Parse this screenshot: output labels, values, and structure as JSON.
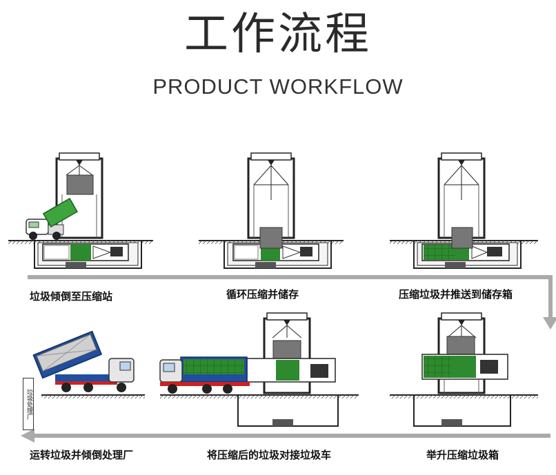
{
  "header": {
    "title": "工作流程",
    "subtitle": "PRODUCT WORKFLOW"
  },
  "steps": [
    {
      "label": "垃圾倾倒至压缩站"
    },
    {
      "label": "循环压缩并储存"
    },
    {
      "label": "压缩垃圾并推送到储存箱"
    },
    {
      "label": "举升压缩垃圾箱"
    },
    {
      "label": "将压缩后的垃圾对接垃圾车"
    },
    {
      "label": "运转垃圾并倾倒处理厂"
    }
  ],
  "side_sign": "垃圾处理厂",
  "colors": {
    "green": "#2e8a2e",
    "blue": "#1f4f9e",
    "steel": "#8a8a8a",
    "flow_arrow": "#aaaaaa"
  }
}
